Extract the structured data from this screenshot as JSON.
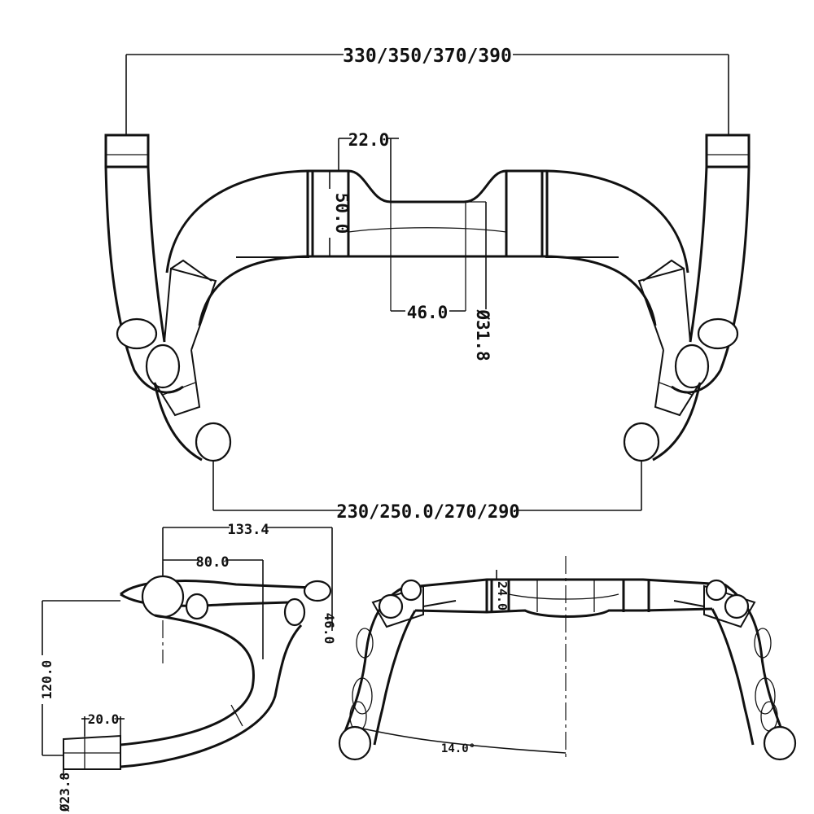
{
  "dimensions": {
    "width_top": "330/350/370/390",
    "clamp_width": "22.0",
    "clamp_height": "50.0",
    "center_width": "46.0",
    "clamp_diameter": "Ø31.8",
    "drop_width": "230/250.0/270/290",
    "reach_total": "133.4",
    "reach": "80.0",
    "rise": "46.0",
    "drop": "120.0",
    "end_length": "20.0",
    "end_diameter": "Ø23.8",
    "top_height": "24.0",
    "flare": "14.0°"
  }
}
